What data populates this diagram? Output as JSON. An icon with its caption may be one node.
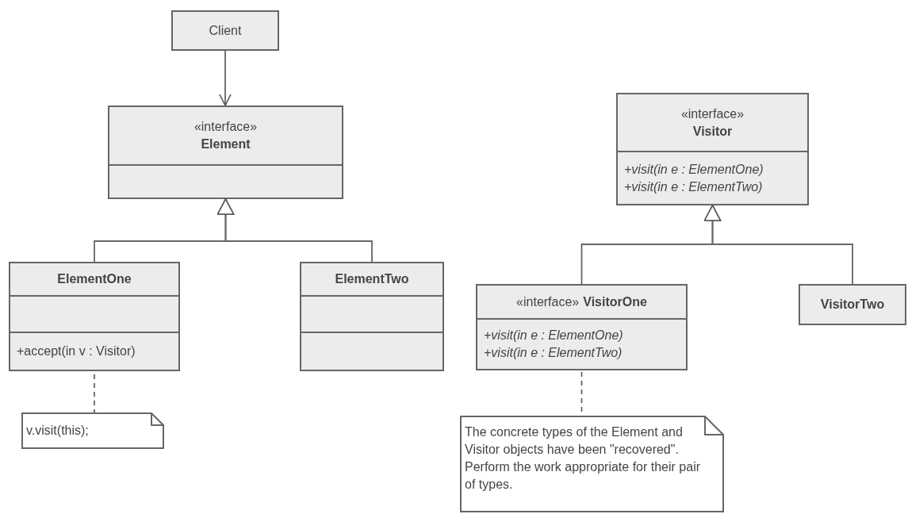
{
  "diagram": {
    "nodes": [
      {
        "text": [
          "Client"
        ]
      },
      {
        "text": [
          "«interface»",
          "Element"
        ]
      },
      {
        "text": [
          "ElementOne",
          "+accept(in v : Visitor)"
        ]
      },
      {
        "text": [
          "ElementTwo"
        ]
      },
      {
        "text": [
          "«interface»",
          "Visitor",
          "+visit(in e : ElementOne)",
          "+visit(in e : ElementTwo)"
        ]
      },
      {
        "text": [
          "«interface»",
          "VisitorOne",
          "+visit(in e : ElementOne)",
          "+visit(in e : ElementTwo)"
        ]
      },
      {
        "text": [
          "VisitorTwo"
        ]
      },
      {
        "text": [
          "v.visit(this);"
        ]
      },
      {
        "text": [
          "The concrete types of the Element and Visitor objects have been \"recovered\". Perform the work appropriate for their pair of types."
        ]
      }
    ],
    "edges": [
      {
        "from": 0,
        "to": 1,
        "arrow": "to"
      },
      {
        "from": 2,
        "to": 1,
        "arrow": "to"
      },
      {
        "from": 3,
        "to": 1,
        "arrow": "to"
      },
      {
        "from": 5,
        "to": 4,
        "arrow": "to"
      },
      {
        "from": 6,
        "to": 4,
        "arrow": "to"
      },
      {
        "from": 2,
        "to": 7,
        "arrow": "none",
        "style": "dashed"
      },
      {
        "from": 5,
        "to": 8,
        "arrow": "none",
        "style": "dashed"
      }
    ]
  }
}
